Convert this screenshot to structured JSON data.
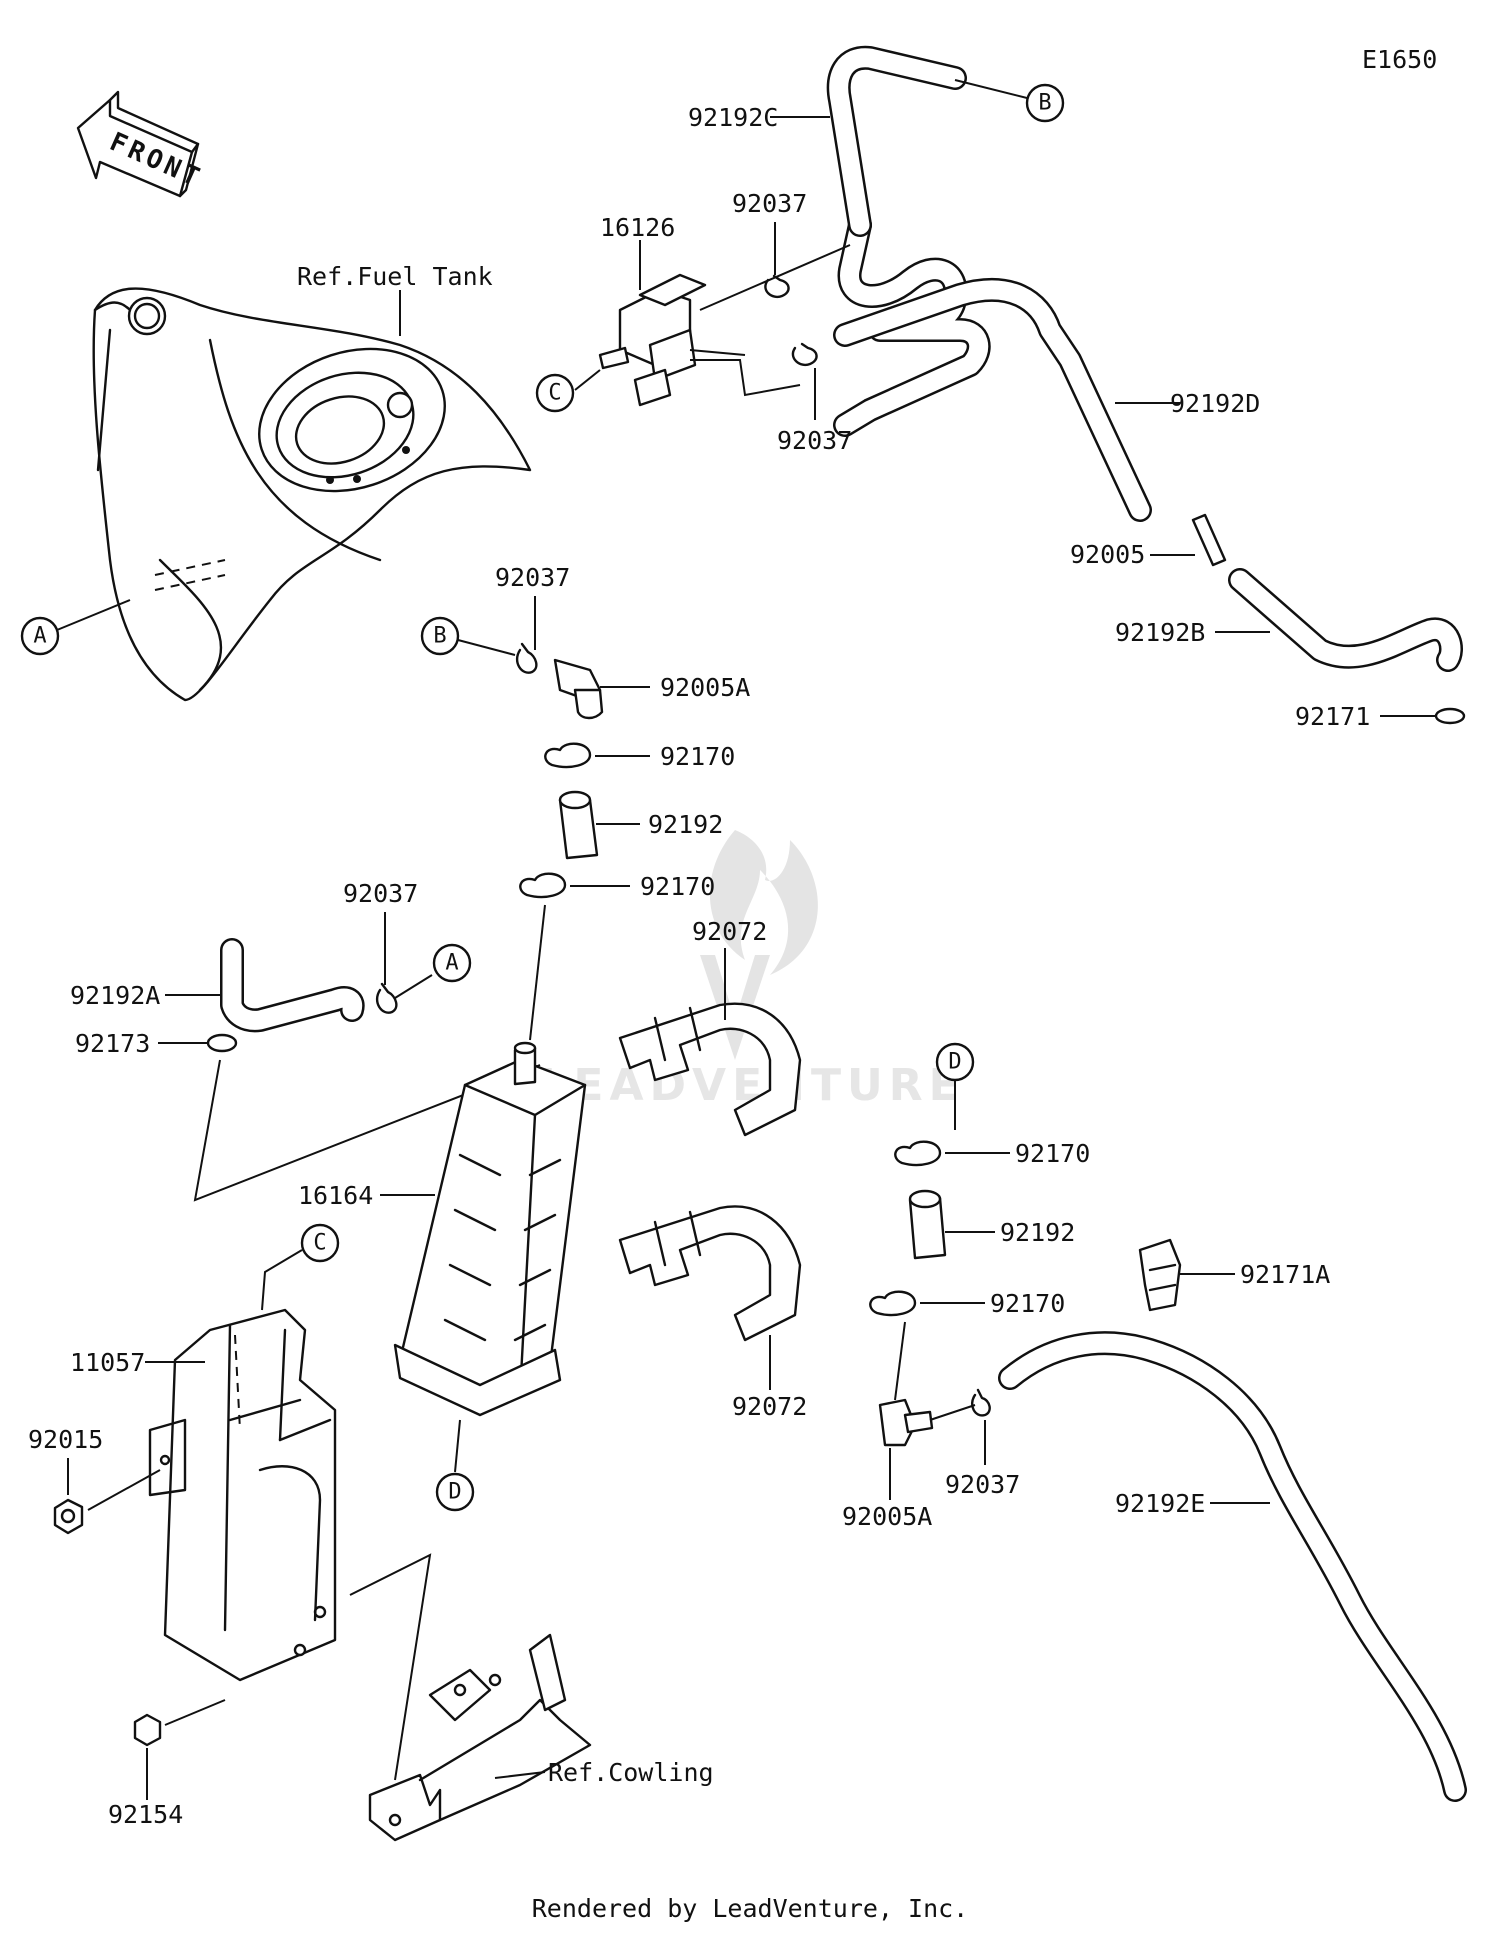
{
  "diagram_code": "E1650",
  "front_label": "FRONT",
  "watermark": "LEADVENTURE",
  "footer": "Rendered by LeadVenture, Inc.",
  "refs": {
    "fuel_tank": "Ref.Fuel Tank",
    "cowling": "Ref.Cowling"
  },
  "callouts": {
    "A": "A",
    "B": "B",
    "C": "C",
    "D": "D"
  },
  "parts": {
    "p92192C": "92192C",
    "p16126": "16126",
    "p92037_top": "92037",
    "p92037_mid": "92037",
    "p92192D": "92192D",
    "p92005": "92005",
    "p92192B": "92192B",
    "p92171": "92171",
    "p92037_b": "92037",
    "p92005A_top": "92005A",
    "p92170_1": "92170",
    "p92192_1": "92192",
    "p92170_2": "92170",
    "p92037_a": "92037",
    "p92192A": "92192A",
    "p92173": "92173",
    "p92072_top": "92072",
    "p16164": "16164",
    "p92170_3": "92170",
    "p92192_2": "92192",
    "p92171A": "92171A",
    "p92170_4": "92170",
    "p11057": "11057",
    "p92015": "92015",
    "p92072_bot": "92072",
    "p92037_bot": "92037",
    "p92005A_bot": "92005A",
    "p92192E": "92192E",
    "p92154": "92154"
  }
}
